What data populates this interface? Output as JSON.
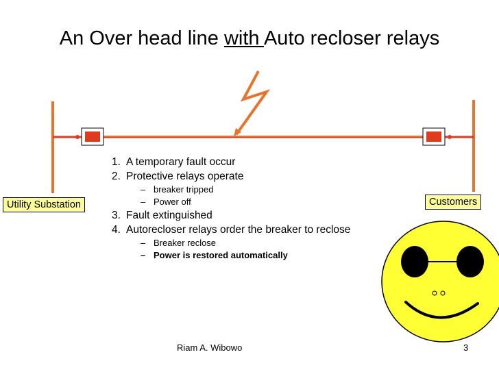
{
  "title": {
    "before": "An Over head line ",
    "underlined": "with ",
    "after": "Auto recloser relays"
  },
  "labels": {
    "utility": "Utility Substation",
    "customers": "Customers"
  },
  "steps": [
    {
      "num": "1.",
      "text": "A temporary fault occur"
    },
    {
      "num": "2.",
      "text": "Protective relays operate",
      "subs": [
        "breaker tripped",
        "Power off"
      ]
    },
    {
      "num": "3.",
      "text": "Fault extinguished"
    },
    {
      "num": "4.",
      "text": "Autorecloser relays order the breaker to reclose",
      "subs": [
        "Breaker reclose",
        "Power is restored automatically"
      ]
    }
  ],
  "sub_dash": "–",
  "footer": {
    "author": "Riam A. Wibowo",
    "page": "3"
  },
  "colors": {
    "line": "#e8732a",
    "breaker": "#e23a1f",
    "label_bg": "#ffff99",
    "smiley": "#ffff33"
  }
}
